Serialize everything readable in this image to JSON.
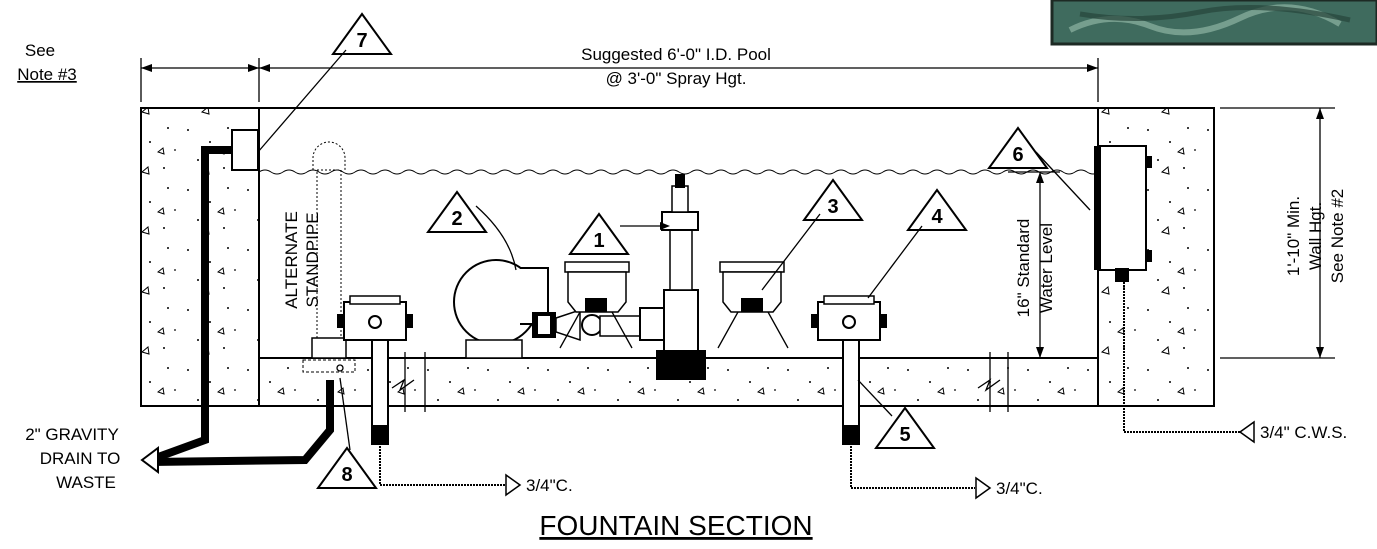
{
  "diagram": {
    "title": "FOUNTAIN SECTION",
    "dimension_top": {
      "line1": "Suggested 6'-0\" I.D. Pool",
      "line2": "@ 3'-0\" Spray Hgt."
    },
    "see_note3": {
      "line1": "See",
      "line2": "Note #3"
    },
    "standpipe_label": {
      "line1": "ALTERNATE",
      "line2": "STANDPIPE"
    },
    "water_level_label": {
      "line1": "16\" Standard",
      "line2": "Water Level"
    },
    "wall_height_label": {
      "line1": "1'-10\" Min.",
      "line2": "Wall Hgt.",
      "line3": "See Note #2"
    },
    "drain_label": {
      "line1": "2\" GRAVITY",
      "line2": "DRAIN TO",
      "line3": "WASTE"
    },
    "conduit_label_1": "3/4\"C.",
    "conduit_label_2": "3/4\"C.",
    "cws_label": "3/4\" C.W.S.",
    "callouts": [
      "1",
      "2",
      "3",
      "4",
      "5",
      "6",
      "7",
      "8"
    ]
  }
}
